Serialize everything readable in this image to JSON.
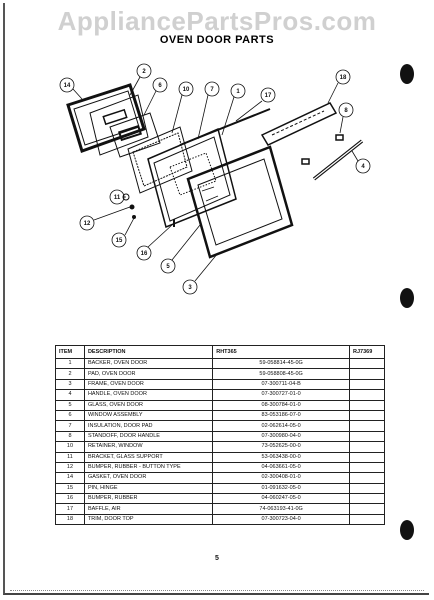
{
  "watermark": "AppliancePartsPros.com",
  "title": "OVEN DOOR PARTS",
  "callouts": [
    "14",
    "2",
    "6",
    "10",
    "7",
    "1",
    "17",
    "18",
    "8",
    "4",
    "11",
    "12",
    "15",
    "16",
    "5",
    "3"
  ],
  "table": {
    "headers": {
      "item": "ITEM",
      "description": "DESCRIPTION",
      "model1": "RHT365",
      "model2": "RJ7369"
    },
    "rows": [
      {
        "item": "1",
        "description": "BACKER, OVEN DOOR",
        "part": "59-058814-45-0G"
      },
      {
        "item": "2",
        "description": "PAD, OVEN DOOR",
        "part": "59-058808-45-0G"
      },
      {
        "item": "3",
        "description": "FRAME, OVEN DOOR",
        "part": "07-300711-04-B"
      },
      {
        "item": "4",
        "description": "HANDLE, OVEN DOOR",
        "part": "07-300727-01-0"
      },
      {
        "item": "5",
        "description": "GLASS, OVEN DOOR",
        "part": "08-300784-01-0"
      },
      {
        "item": "6",
        "description": "WINDOW ASSEMBLY",
        "part": "83-053186-07-0"
      },
      {
        "item": "7",
        "description": "INSULATION, DOOR PAD",
        "part": "02-062614-05-0"
      },
      {
        "item": "8",
        "description": "STANDOFF, DOOR HANDLE",
        "part": "07-300980-04-0"
      },
      {
        "item": "10",
        "description": "RETAINER, WINDOW",
        "part": "73-052625-00-0"
      },
      {
        "item": "11",
        "description": "BRACKET, GLASS SUPPORT",
        "part": "53-063438-00-0"
      },
      {
        "item": "12",
        "description": "BUMPER, RUBBER - BUTTON TYPE",
        "part": "04-063661-05-0"
      },
      {
        "item": "14",
        "description": "GASKET, OVEN DOOR",
        "part": "02-300408-01-0"
      },
      {
        "item": "15",
        "description": "PIN, HINGE",
        "part": "01-091632-05-0"
      },
      {
        "item": "16",
        "description": "BUMPER, RUBBER",
        "part": "04-060247-05-0"
      },
      {
        "item": "17",
        "description": "BAFFLE, AIR",
        "part": "74-063193-41-0G"
      },
      {
        "item": "18",
        "description": "TRIM, DOOR TOP",
        "part": "07-300723-04-0"
      }
    ]
  },
  "page_number": "5"
}
